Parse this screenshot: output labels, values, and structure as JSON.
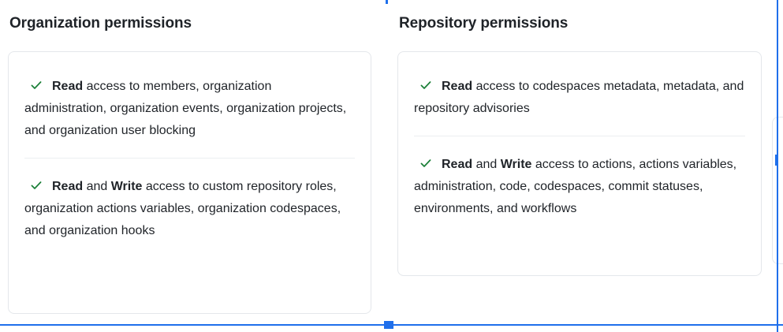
{
  "colors": {
    "accent_blue": "#1f6feb",
    "check_green": "#1a7f37",
    "card_border": "#e4e7eb",
    "divider": "#eceef1",
    "text": "#1f2328"
  },
  "columns": [
    {
      "id": "organization",
      "title": "Organization permissions",
      "card": {
        "items": [
          {
            "icon": "check-icon",
            "segments": [
              {
                "text": "Read",
                "bold": true
              },
              {
                "text": " access to members, organization administration, organization events, organization projects, and organization user blocking",
                "bold": false
              }
            ]
          },
          {
            "icon": "check-icon",
            "segments": [
              {
                "text": "Read",
                "bold": true
              },
              {
                "text": " and ",
                "bold": false
              },
              {
                "text": "Write",
                "bold": true
              },
              {
                "text": " access to custom repository roles, organization actions variables, organization codespaces, and organization hooks",
                "bold": false
              }
            ]
          }
        ]
      }
    },
    {
      "id": "repository",
      "title": "Repository permissions",
      "card": {
        "items": [
          {
            "icon": "check-icon",
            "segments": [
              {
                "text": "Read",
                "bold": true
              },
              {
                "text": " access to codespaces metadata, metadata, and repository advisories",
                "bold": false
              }
            ]
          },
          {
            "icon": "check-icon",
            "segments": [
              {
                "text": "Read",
                "bold": true
              },
              {
                "text": " and ",
                "bold": false
              },
              {
                "text": "Write",
                "bold": true
              },
              {
                "text": " access to actions, actions variables, administration, code, codespaces, commit statuses, environments, and workflows",
                "bold": false
              }
            ]
          }
        ]
      }
    }
  ],
  "chrome": {
    "right_edge_line": "viewport-right-boundary",
    "bottom_edge_line": "viewport-bottom-boundary",
    "bottom_drag_handle": "column-resize-handle",
    "top_drag_handle": "column-divider-marker",
    "right_scroll_thumb": "vertical-scrollbar-thumb"
  }
}
